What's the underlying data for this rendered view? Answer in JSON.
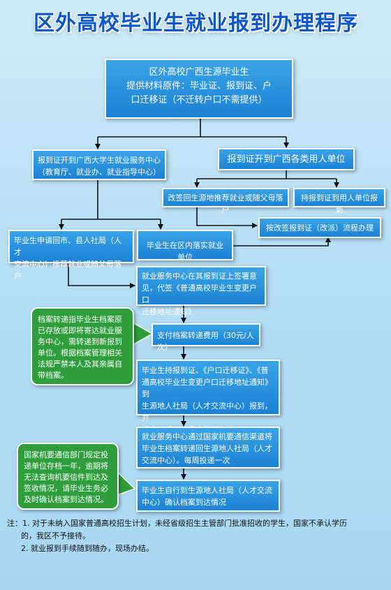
{
  "title": "区外高校毕业生就业报到办理程序",
  "nodes": {
    "start": [
      "区外高校广西生源毕业生",
      "提供材料原件：毕业证、报到证、户",
      "口迁移证（不迁转户口不需提供）"
    ],
    "gx_center": [
      "报到证开到广西大学生就业服务中心",
      "（教育厅、就业办、就业指导中心）"
    ],
    "employer": [
      "报到证开到广西各类用人单位"
    ],
    "resign_home": [
      "改签回生源地推荐就业或随父母落户"
    ],
    "report_employer": [
      "持报到证到用人单位报到"
    ],
    "county_bureau": [
      "毕业生申请回市、县人社局（人才",
      "交流中心）推荐就业或随父母落户"
    ],
    "in_region_unit": [
      "毕业生在区内落实就业单位"
    ],
    "resign_flow": [
      "按改签报到证（改派）流程办理"
    ],
    "service_sign": [
      "就业服务中心在其报到证上签署意",
      "见，代签《普通高校毕业生变更户口",
      "迁移地址通知》"
    ],
    "pay_fee": [
      "支付档案转递费用（30元/人次）"
    ],
    "hold_docs": [
      "毕业生持报到证、《户口迁移证》、《普",
      "通高校毕业生变更户口迁移地址通知》到",
      "生源地人社局（人才交流中心）报到，并",
      "将户口迁入父母户籍所在地"
    ],
    "transfer_archive": [
      "就业服务中心通过国家机要通信渠道将",
      "毕业生档案转递回生源地人社局（人才",
      "交流中心）。每周投递一次"
    ],
    "confirm": [
      "毕业生自行到生源地人社局（人才交流",
      "中心）确认档案到达情况"
    ]
  },
  "callouts": {
    "archive_note": [
      "档案转递指毕业生档案原",
      "已存放或即将寄达就业服",
      "务中心，需转递到新报到",
      "单位。根据档案管理相关",
      "法规严禁本人及其亲属自",
      "带档案。"
    ],
    "mail_note": [
      "国家机要通信部门规定投",
      "递单位存档一年，逾期将",
      "无法查询机要信件到达及",
      "签收情况，请毕业生务必",
      "及时确认档案到达情况。"
    ]
  },
  "notes": [
    "注：1. 对于未纳入国家普通高校招生计划，未经省级招生主管部门批准招收的学生，国家不承认学历",
    "的，我区不予接待。",
    "2. 就业报到手续随到随办，现场办结。"
  ],
  "colors": {
    "title": "#0b57c8",
    "box": "#1c82d4",
    "callout": "#2e9e3c",
    "arrow": "#111111"
  }
}
